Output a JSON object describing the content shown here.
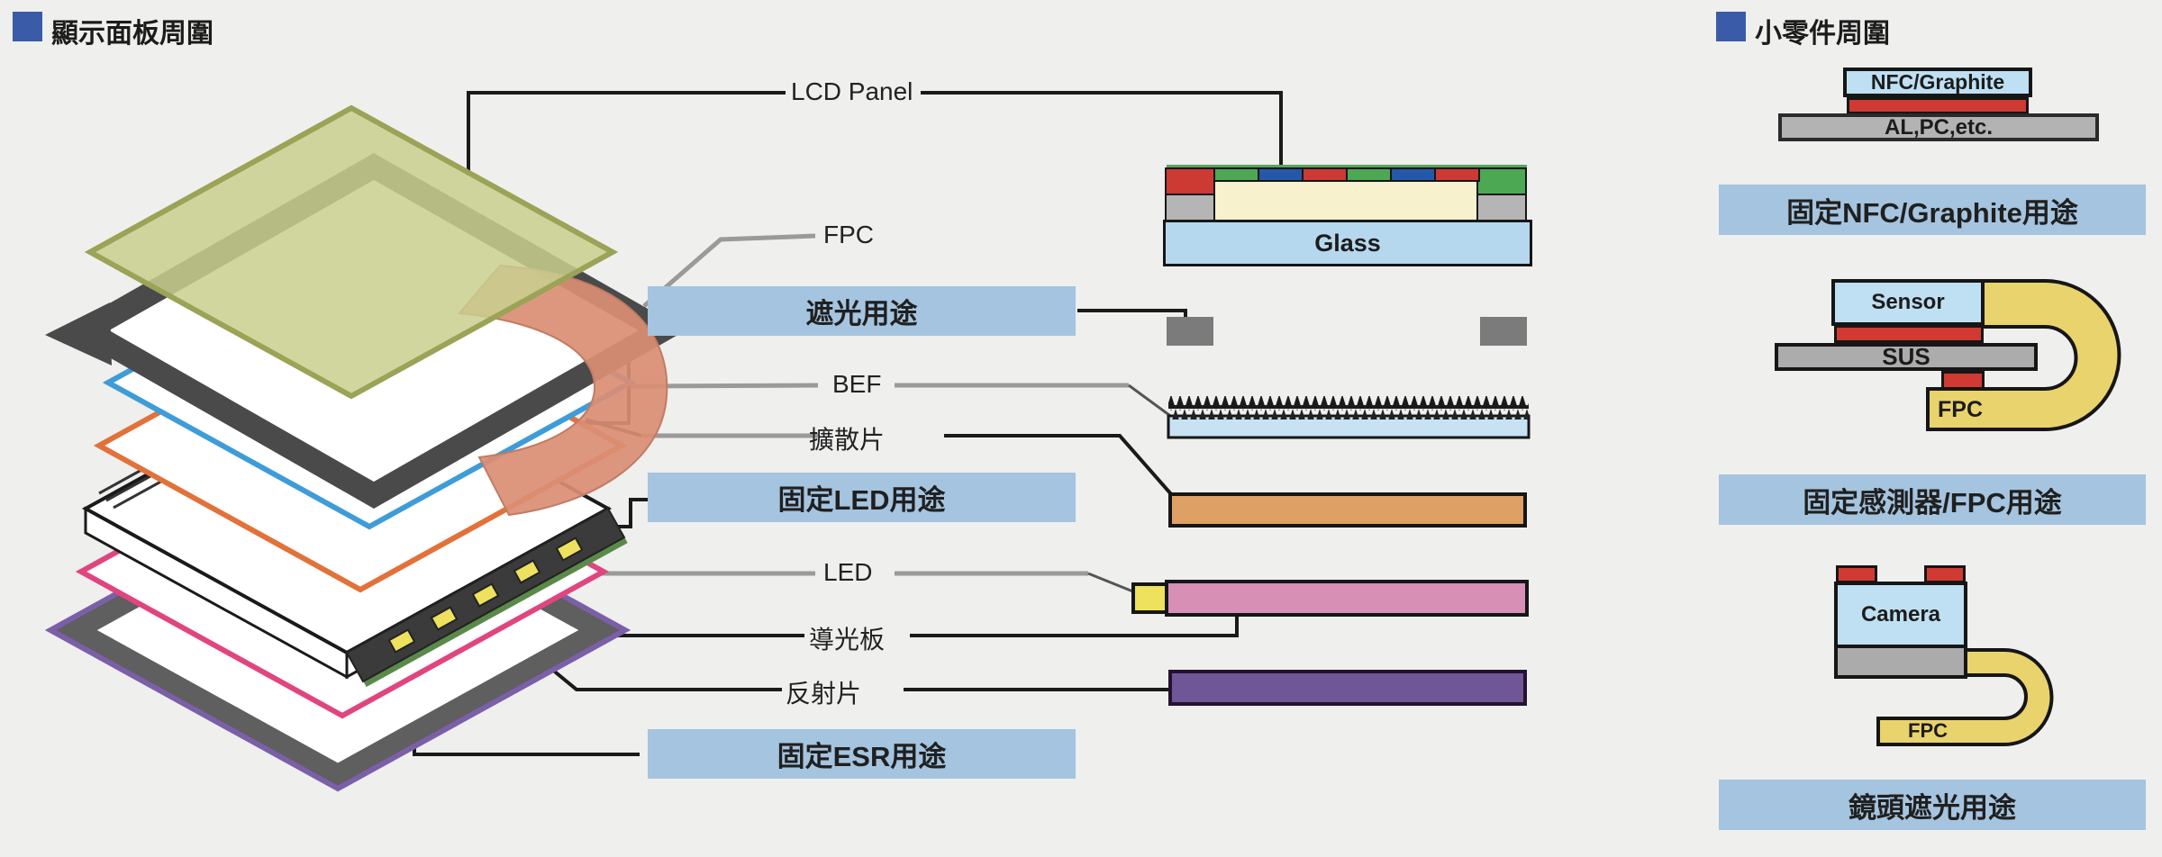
{
  "left_section": {
    "title": "顯示面板周圍",
    "labels": {
      "lcd_panel": "LCD Panel",
      "fpc": "FPC",
      "bef": "BEF",
      "diffuser": "擴散片",
      "led": "LED",
      "light_guide": "導光板",
      "reflector": "反射片"
    },
    "usage_boxes": {
      "shading": "遮光用途",
      "fix_led": "固定LED用途",
      "fix_esr": "固定ESR用途"
    },
    "cross_section": {
      "glass": "Glass"
    }
  },
  "right_section": {
    "title": "小零件周圍",
    "nfc": {
      "chip": "NFC/Graphite",
      "base": "AL,PC,etc."
    },
    "sensor": {
      "chip": "Sensor",
      "base": "SUS",
      "fpc": "FPC"
    },
    "camera": {
      "chip": "Camera",
      "fpc": "FPC"
    },
    "usage_boxes": {
      "fix_nfc": "固定NFC/Graphite用途",
      "fix_sensor": "固定感測器/FPC用途",
      "lens_shading": "鏡頭遮光用途"
    }
  },
  "colors": {
    "accent_blue": "#3a5ca8",
    "usage_box_bg": "#a5c4df",
    "light_blue": "#bfdff2",
    "glass_blue": "#b6d8ee",
    "adhesive_red": "#cc3a33",
    "diffuser_orange": "#dfa066",
    "led_yellow": "#ede15e",
    "light_guide_pink": "#d78fb5",
    "reflector_purple": "#6f5697",
    "fpc_yellow": "#e9d36c",
    "shading_gray": "#7b7b7b"
  }
}
